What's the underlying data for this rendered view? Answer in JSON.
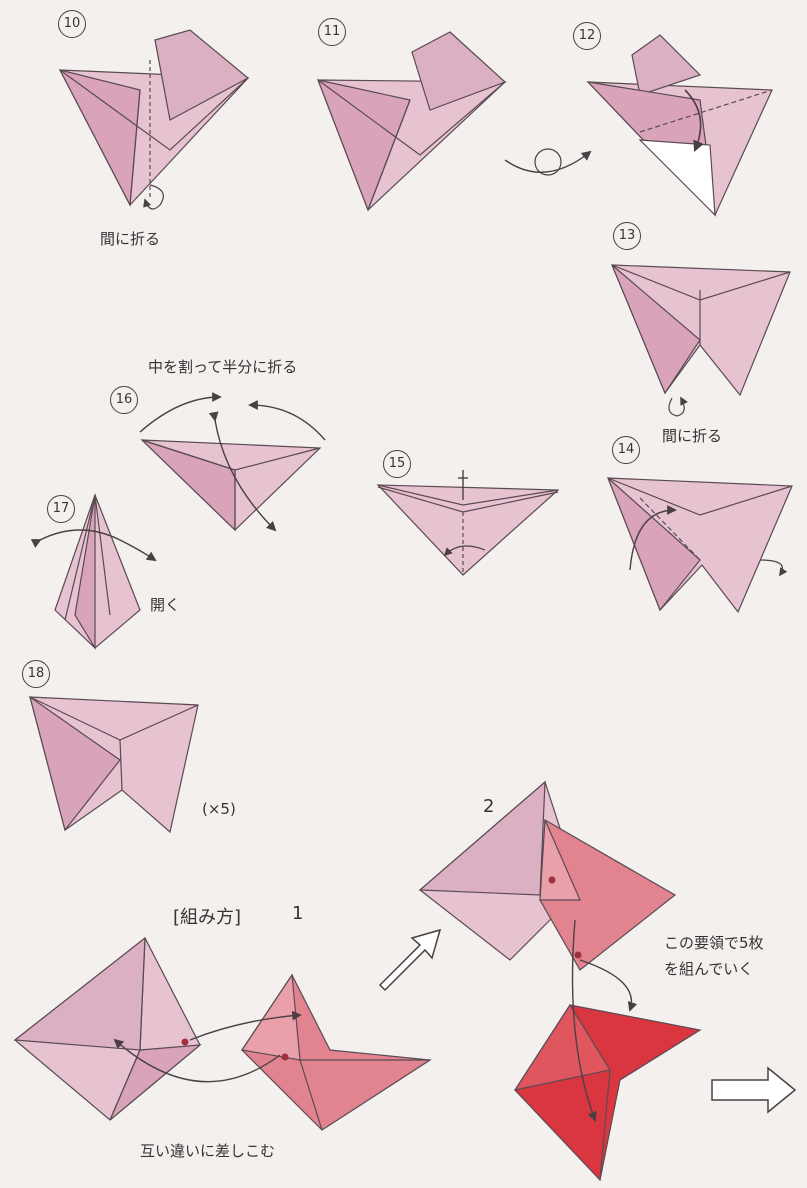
{
  "steps": [
    "10",
    "11",
    "12",
    "13",
    "14",
    "15",
    "16",
    "17",
    "18"
  ],
  "notes": {
    "fold_inside_10": "間に折る",
    "fold_inside_13": "間に折る",
    "split_fold_half": "中を割って半分に折る",
    "open": "開く",
    "times_five": "(×5)"
  },
  "assembly": {
    "title": "[組み方]",
    "step1": "1",
    "step2": "2",
    "insert_note": "互い違いに差しこむ",
    "repeat_note_line1": "この要領で5枚",
    "repeat_note_line2": "を組んでいく"
  },
  "colors": {
    "paper_light": "#e7c3d2",
    "paper_mid": "#d9a3ba",
    "paper_pink": "#e2848f",
    "paper_red": "#d9363f",
    "line": "#5a4a52",
    "background": "#f3f0ee"
  }
}
